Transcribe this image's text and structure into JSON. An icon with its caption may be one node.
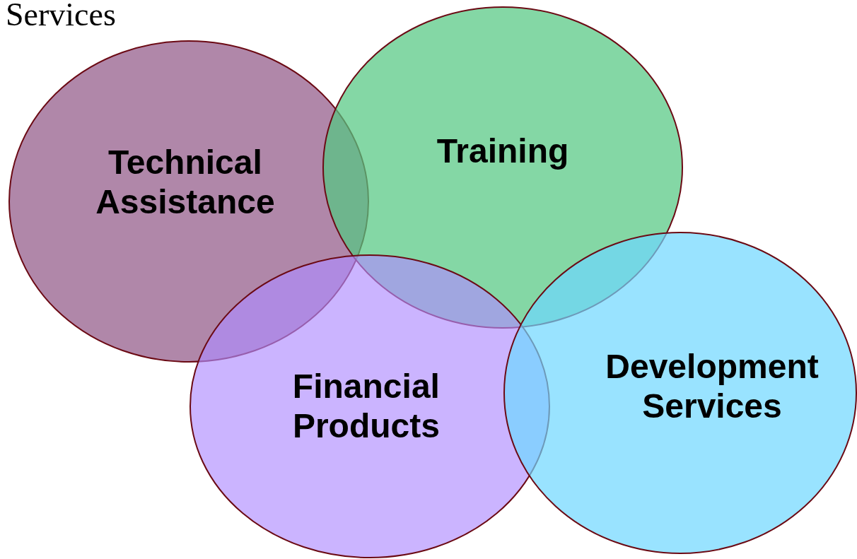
{
  "diagram": {
    "title": "Services",
    "nodes": [
      {
        "text": [
          "Technical Assistance"
        ]
      },
      {
        "text": [
          "Training"
        ]
      },
      {
        "text": [
          "Financial Products"
        ]
      },
      {
        "text": [
          "Development Services"
        ]
      }
    ]
  }
}
